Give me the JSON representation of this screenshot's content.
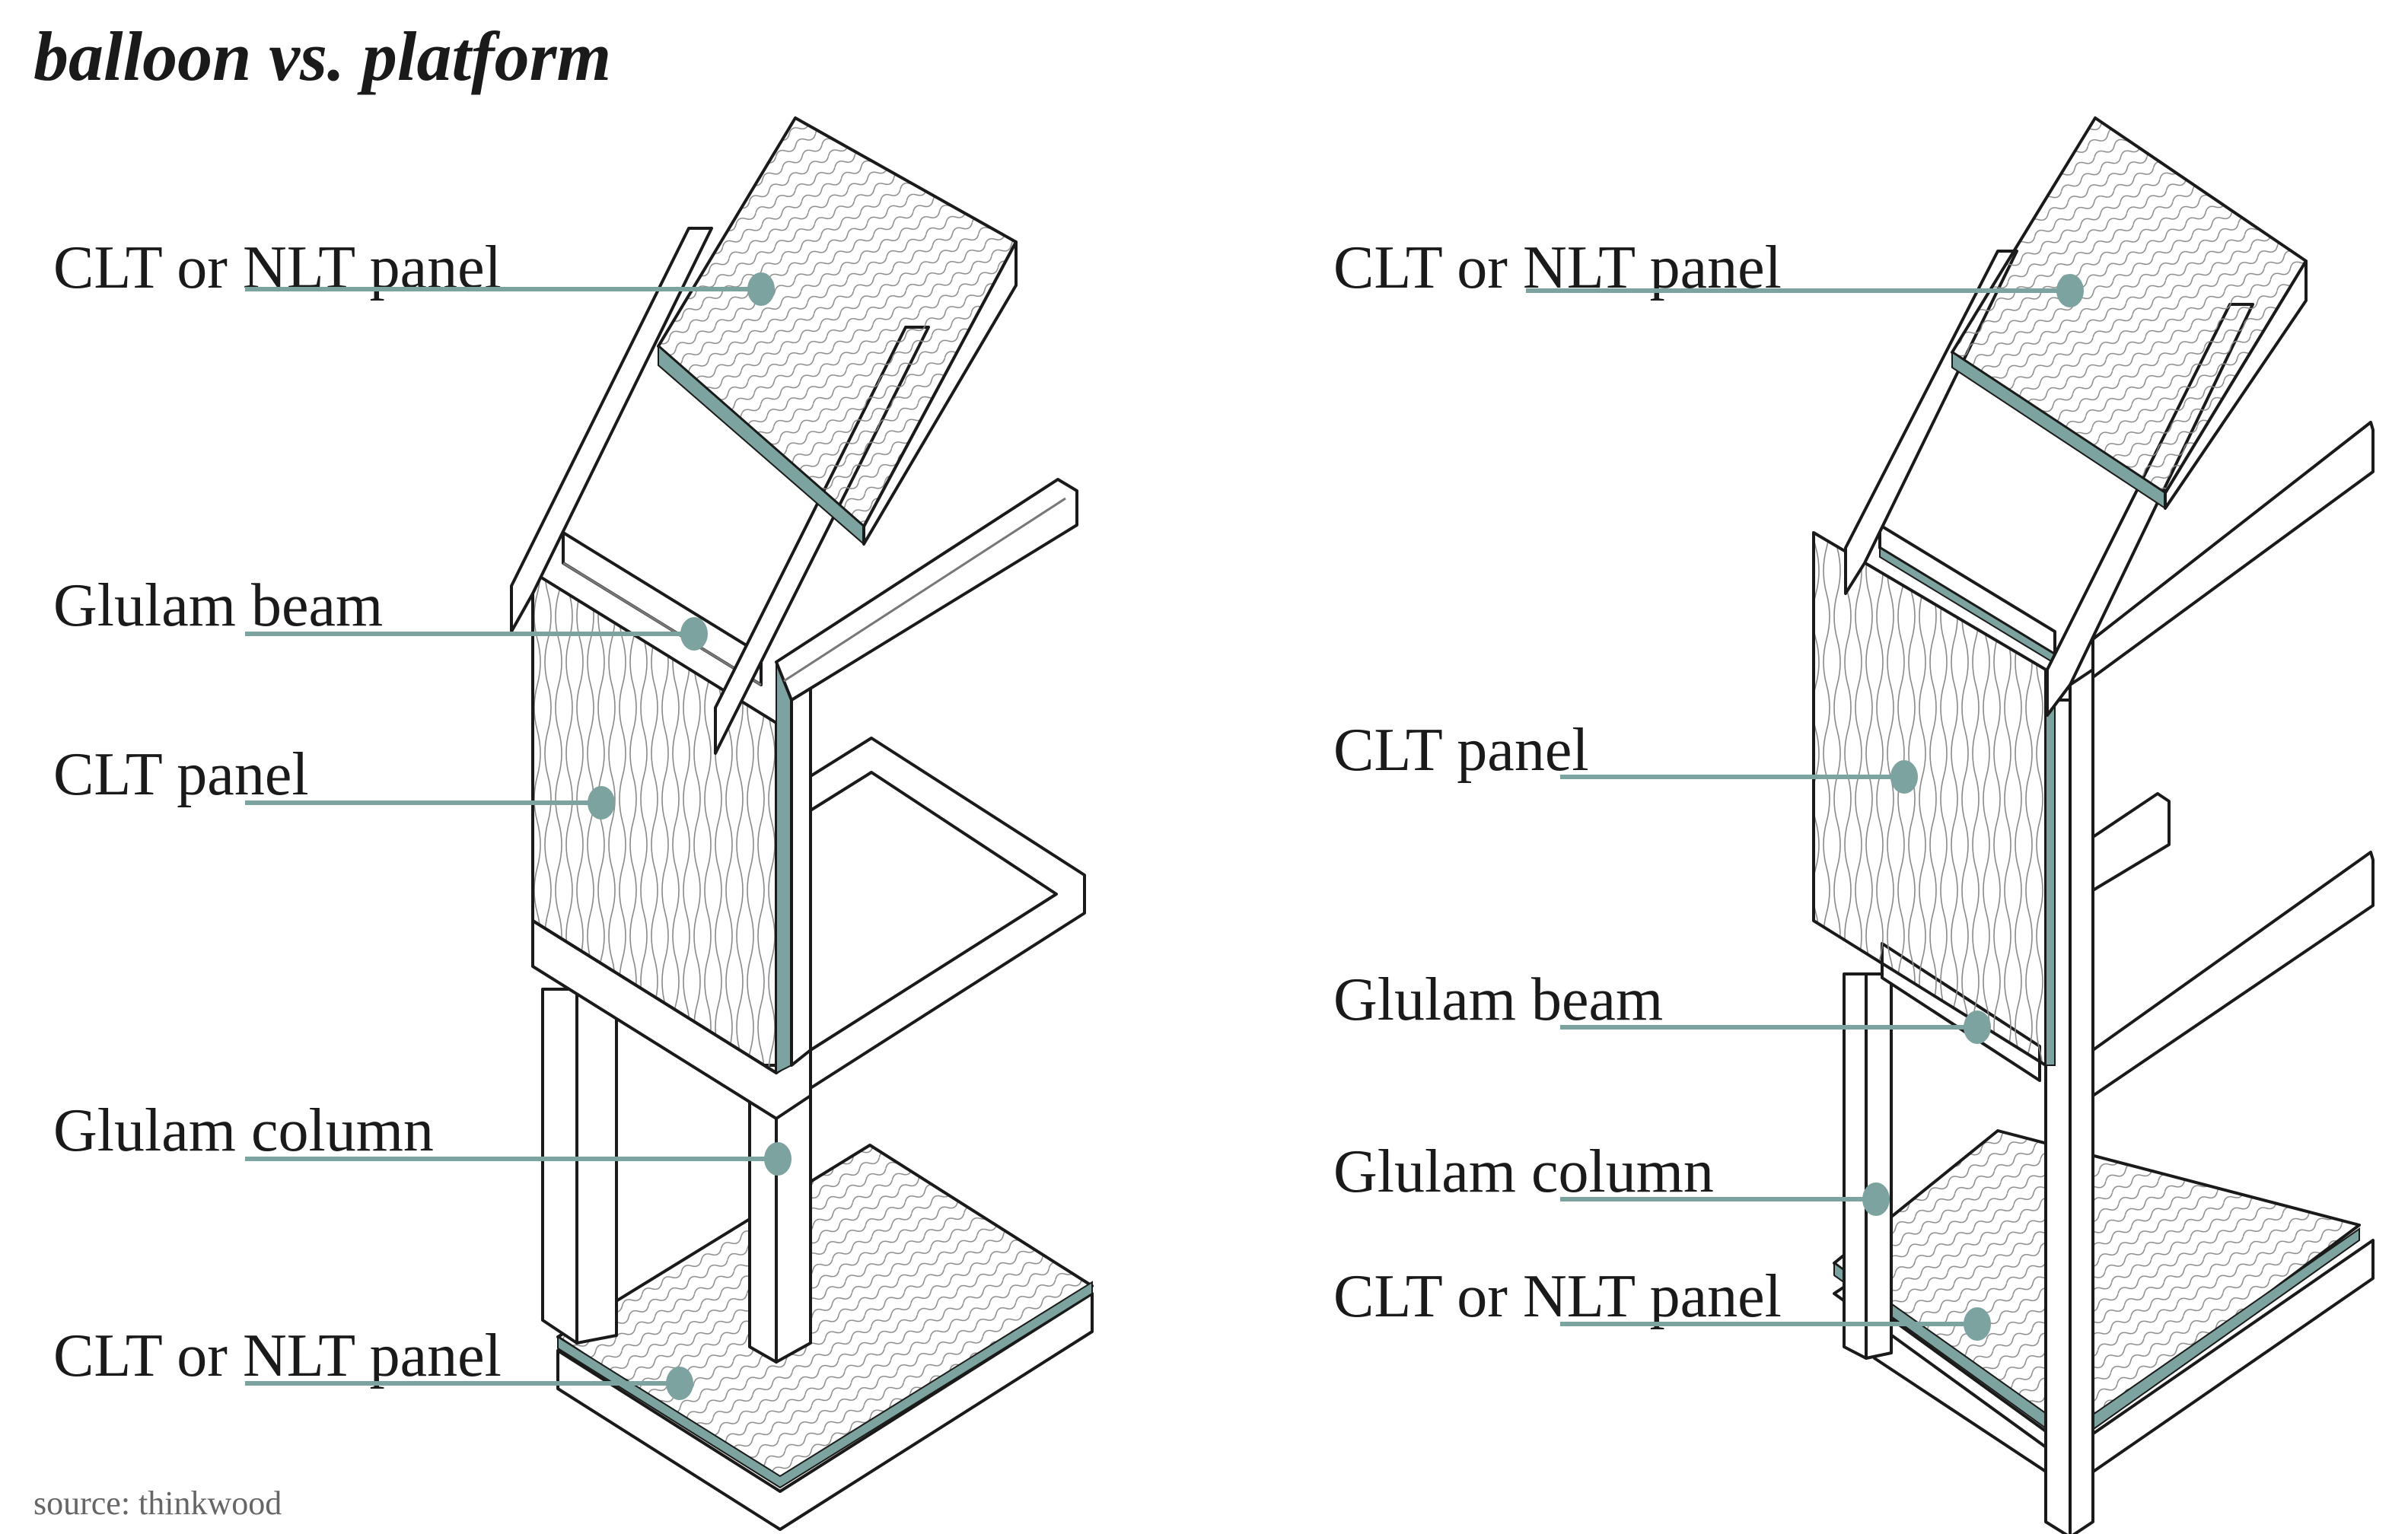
{
  "title": "balloon vs. platform",
  "source": "source: thinkwood",
  "colors": {
    "accent": "#7da3a1",
    "line": "#1a1a1a",
    "text": "#1a1a1a",
    "source_text": "#666666"
  },
  "diagrams": [
    {
      "name": "balloon",
      "labels": [
        {
          "text": "CLT or NLT panel",
          "component": "roof-panel"
        },
        {
          "text": "Glulam beam",
          "component": "beam"
        },
        {
          "text": "CLT panel",
          "component": "wall-panel"
        },
        {
          "text": "Glulam column",
          "component": "column"
        },
        {
          "text": "CLT or NLT panel",
          "component": "floor-panel"
        }
      ]
    },
    {
      "name": "platform",
      "labels": [
        {
          "text": "CLT or NLT panel",
          "component": "roof-panel"
        },
        {
          "text": "CLT panel",
          "component": "wall-panel"
        },
        {
          "text": "Glulam beam",
          "component": "beam"
        },
        {
          "text": "Glulam column",
          "component": "column"
        },
        {
          "text": "CLT or NLT panel",
          "component": "floor-panel"
        }
      ]
    }
  ]
}
